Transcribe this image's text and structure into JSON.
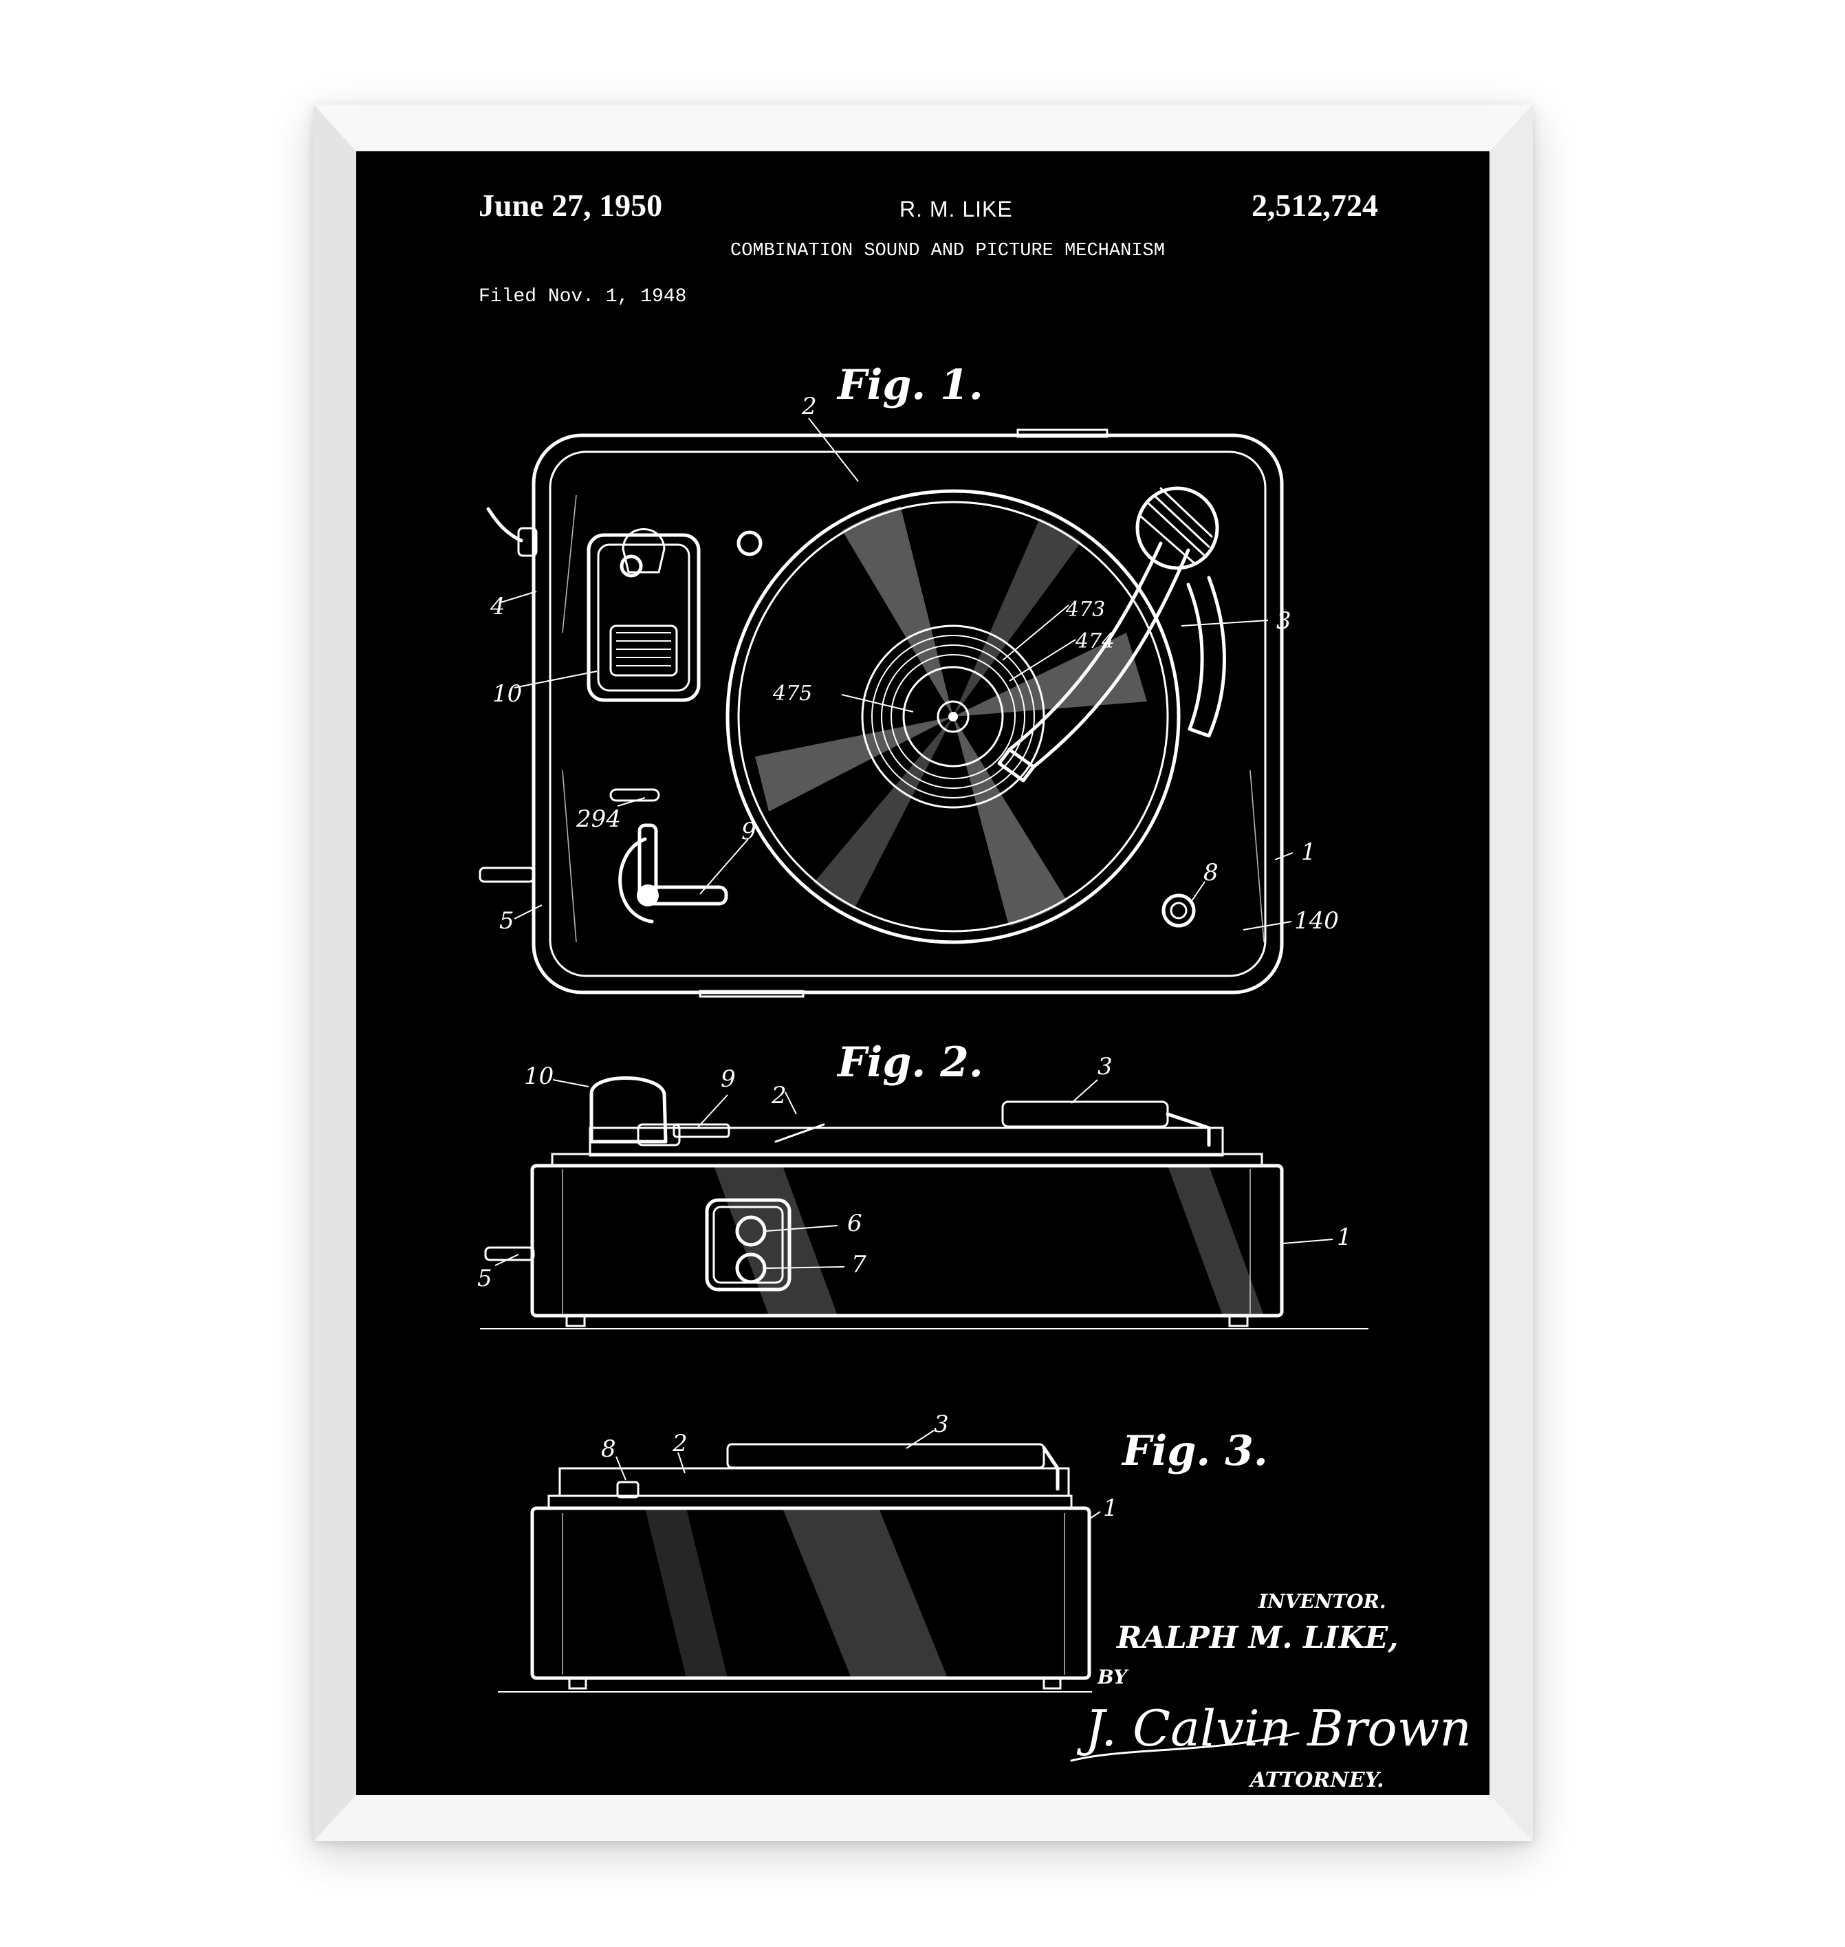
{
  "header": {
    "date": "June 27, 1950",
    "inventor_short": "R. M. LIKE",
    "patent_number": "2,512,724",
    "title": "COMBINATION SOUND AND PICTURE MECHANISM",
    "filed": "Filed Nov. 1, 1948"
  },
  "figures": {
    "fig1": "Fig. 1.",
    "fig2": "Fig. 2.",
    "fig3": "Fig. 3."
  },
  "fig1_labels": {
    "l2": "2",
    "l3": "3",
    "l4": "4",
    "l10": "10",
    "l473": "473",
    "l474": "474",
    "l475": "475",
    "l294": "294",
    "l9": "9",
    "l5": "5",
    "l8": "8",
    "l1": "1",
    "l140": "140"
  },
  "fig2_labels": {
    "l10": "10",
    "l9": "9",
    "l2": "2",
    "l3": "3",
    "l6": "6",
    "l7": "7",
    "l1": "1",
    "l5": "5"
  },
  "fig3_labels": {
    "l3": "3",
    "l8": "8",
    "l2": "2",
    "l1": "1"
  },
  "signature_block": {
    "inventor_heading": "INVENTOR.",
    "inventor_name": "RALPH M. LIKE,",
    "by": "BY",
    "signature": "J. Calvin Brown",
    "role": "ATTORNEY."
  },
  "colors": {
    "frame": "#f2f2f2",
    "poster_background": "#000000",
    "ink": "#ffffff"
  }
}
